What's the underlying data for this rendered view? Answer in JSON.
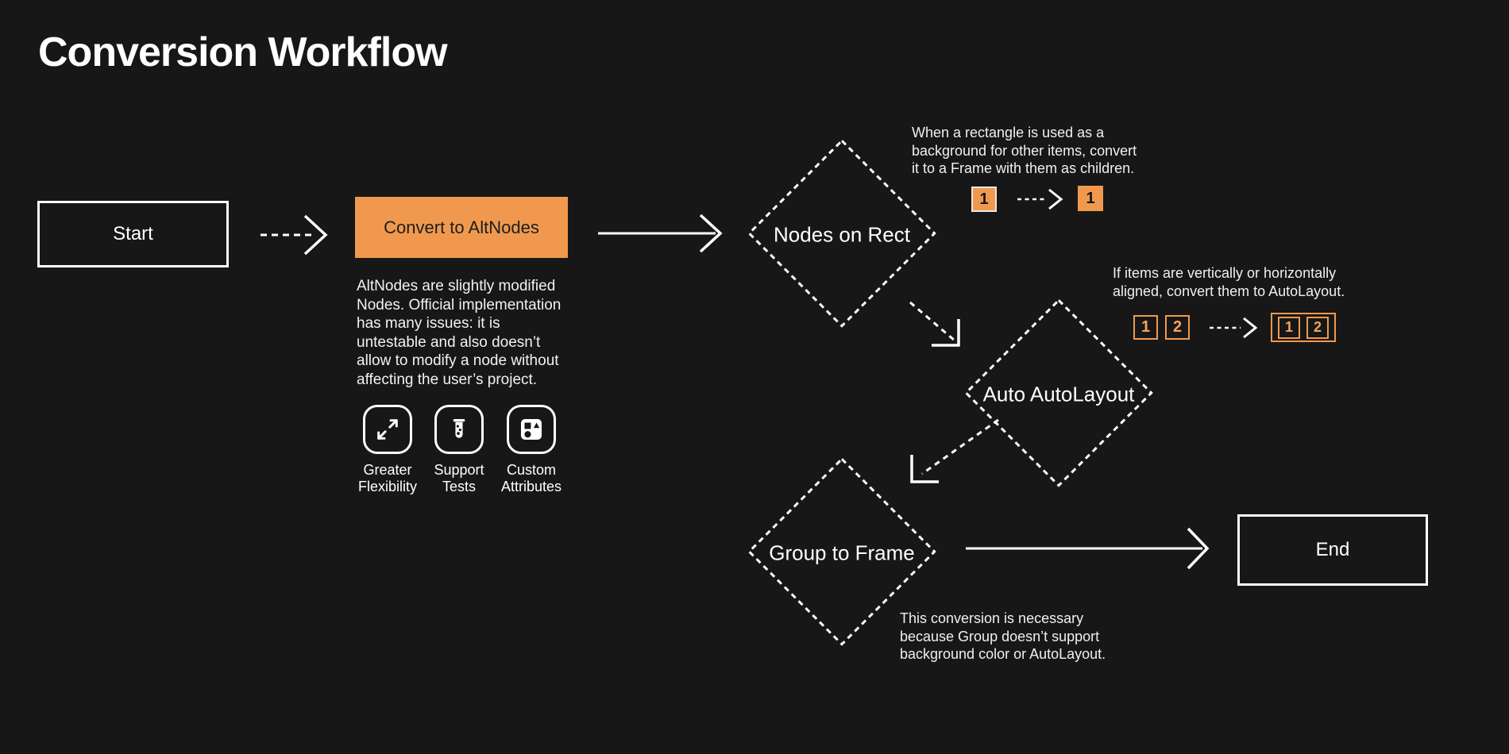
{
  "title": "Conversion Workflow",
  "colors": {
    "background": "#171717",
    "accent_orange": "#F0994E",
    "stroke_white": "#FFFFFF",
    "dark_text_on_orange": "#1D1D1D"
  },
  "flow": {
    "start": {
      "label": "Start"
    },
    "convert": {
      "label": "Convert to AltNodes",
      "description": "AltNodes are slightly modified\nNodes. Official implementation\nhas many issues: it is\nuntestable and also doesn’t\nallow to modify a node without\naffecting the user’s project.",
      "features": [
        {
          "icon": "expand-diagonal-icon",
          "label": "Greater\nFlexibility"
        },
        {
          "icon": "test-tube-icon",
          "label": "Support\nTests"
        },
        {
          "icon": "shapes-icon",
          "label": "Custom\nAttributes"
        }
      ]
    },
    "nodes_on_rect": {
      "label": "Nodes on Rect",
      "note": "When a rectangle is used as a\nbackground for other items, convert\nit to a Frame with them as children.",
      "example": {
        "before": "1",
        "after": "1"
      }
    },
    "auto_autolayout": {
      "label": "Auto AutoLayout",
      "note": "If items are vertically or horizontally\naligned, convert them to AutoLayout.",
      "example": {
        "before": [
          "1",
          "2"
        ],
        "after": [
          "1",
          "2"
        ]
      }
    },
    "group_to_frame": {
      "label": "Group to Frame",
      "note": "This conversion is necessary\nbecause Group doesn’t support\nbackground color or AutoLayout."
    },
    "end": {
      "label": "End"
    }
  }
}
